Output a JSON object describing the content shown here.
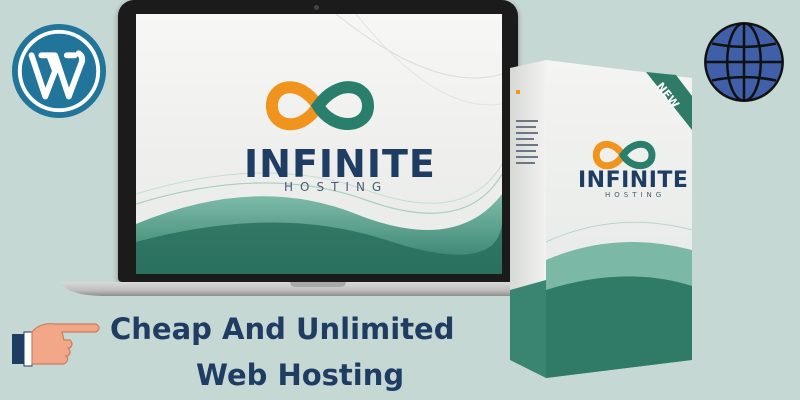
{
  "colors": {
    "background": "#c6d8d3",
    "brand_navy": "#1f3d63",
    "brand_orange": "#f0941e",
    "brand_teal": "#3f8f7c",
    "wordpress_blue": "#21759b",
    "globe_blue": "#3f5fa8"
  },
  "icons": {
    "wordpress": "wordpress-logo-icon",
    "globe": "globe-icon",
    "hand": "pointing-hand-icon",
    "infinity": "infinity-logo-icon"
  },
  "laptop": {
    "brand_main": "INFINITE",
    "brand_sub": "HOSTING"
  },
  "box": {
    "ribbon": "NEW",
    "brand_main": "INFINITE",
    "brand_sub": "HOSTING"
  },
  "headline": {
    "line1": "Cheap And Unlimited",
    "line2": "Web Hosting"
  }
}
